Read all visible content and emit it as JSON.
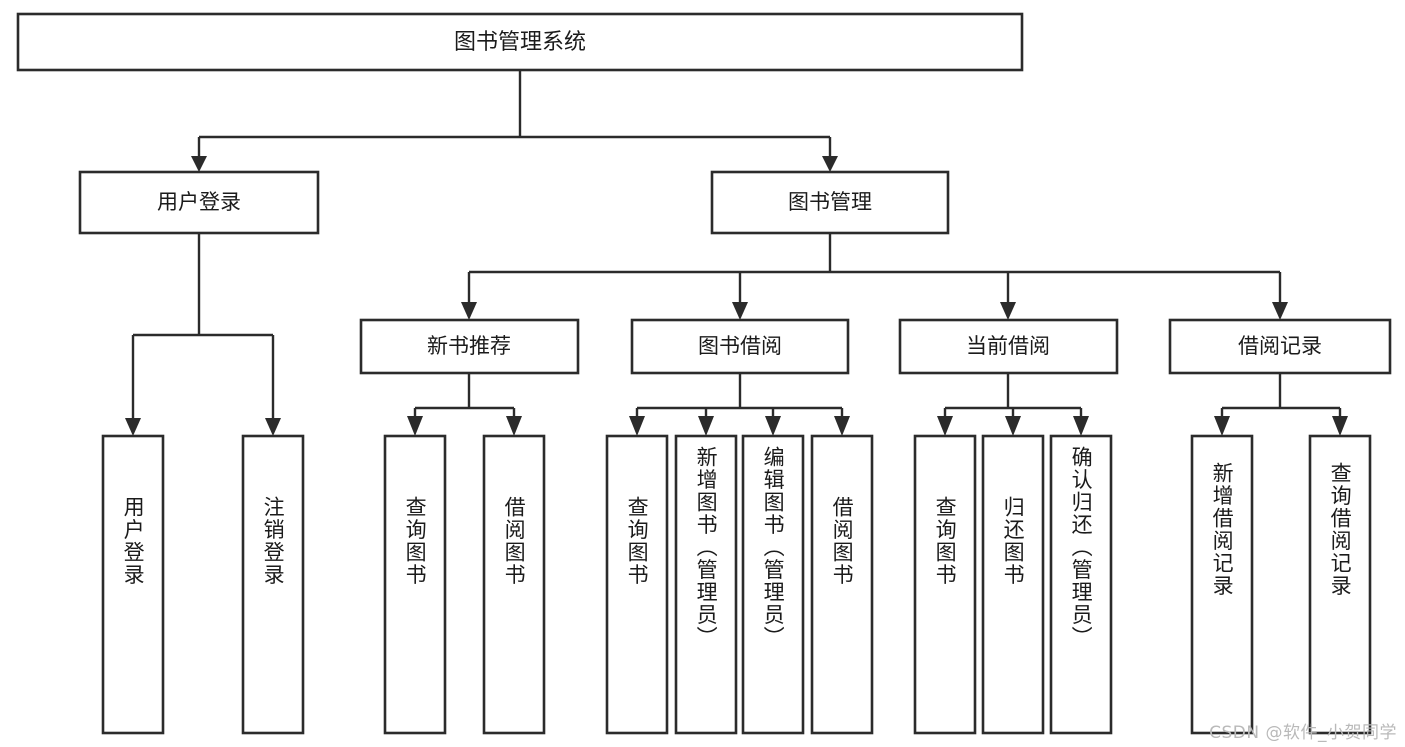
{
  "diagram": {
    "title": "图书管理系统",
    "type": "tree",
    "orientation": "top-down",
    "colors": {
      "box_stroke": "#2b2b2b",
      "box_fill": "#ffffff",
      "connector": "#2b2b2b",
      "text": "#1b1b1b",
      "watermark": "#b9b9b9",
      "background": "#ffffff"
    },
    "levels": {
      "root": "图书管理系统",
      "level2": [
        "用户登录",
        "图书管理"
      ],
      "level3": [
        "新书推荐",
        "图书借阅",
        "当前借阅",
        "借阅记录"
      ]
    },
    "nodes": {
      "root": {
        "label": "图书管理系统"
      },
      "user_login": {
        "label": "用户登录"
      },
      "book_manage": {
        "label": "图书管理"
      },
      "new_book_rec": {
        "label": "新书推荐"
      },
      "book_borrow": {
        "label": "图书借阅"
      },
      "current_borrow": {
        "label": "当前借阅"
      },
      "borrow_record": {
        "label": "借阅记录"
      }
    },
    "leaves": {
      "user_login": [
        {
          "label": "用户登录"
        },
        {
          "label": "注销登录"
        }
      ],
      "new_book_rec": [
        {
          "label": "查询图书"
        },
        {
          "label": "借阅图书"
        }
      ],
      "book_borrow": [
        {
          "label": "查询图书"
        },
        {
          "label": "新增图书（管理员）"
        },
        {
          "label": "编辑图书（管理员）"
        },
        {
          "label": "借阅图书"
        }
      ],
      "current_borrow": [
        {
          "label": "查询图书"
        },
        {
          "label": "归还图书"
        },
        {
          "label": "确认归还（管理员）"
        }
      ],
      "borrow_record": [
        {
          "label": "新增借阅记录"
        },
        {
          "label": "查询借阅记录"
        }
      ]
    },
    "watermark": "CSDN @软件_小贺同学"
  }
}
